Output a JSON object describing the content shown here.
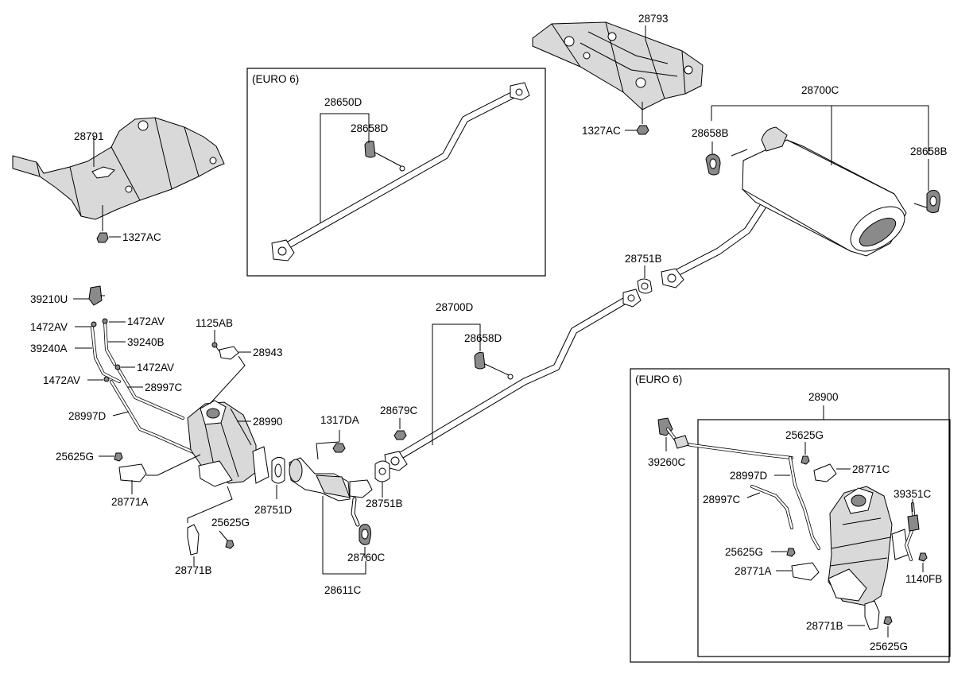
{
  "panels": {
    "euro6_top": "(EURO 6)",
    "euro6_bottom": "(EURO 6)"
  },
  "labels": {
    "p28791": "28791",
    "p1327AC_left": "1327AC",
    "p28650D": "28650D",
    "p28658D_top": "28658D",
    "p28793": "28793",
    "p1327AC_right": "1327AC",
    "p28700C": "28700C",
    "p28658B_left": "28658B",
    "p28658B_right": "28658B",
    "p28751B_top": "28751B",
    "p39210U": "39210U",
    "p1472AV_a": "1472AV",
    "p1472AV_b": "1472AV",
    "p1125AB": "1125AB",
    "p39240A": "39240A",
    "p39240B": "39240B",
    "p28943": "28943",
    "p1472AV_c": "1472AV",
    "p1472AV_d": "1472AV",
    "p28997C": "28997C",
    "p28997D": "28997D",
    "p28990": "28990",
    "p1317DA": "1317DA",
    "p28679C": "28679C",
    "p28700D": "28700D",
    "p28658D_mid": "28658D",
    "p25625G_a": "25625G",
    "p28771A": "28771A",
    "p28751D": "28751D",
    "p28751B_mid": "28751B",
    "p25625G_b": "25625G",
    "p28760C": "28760C",
    "p28771B": "28771B",
    "p28611C": "28611C",
    "p28900": "28900",
    "p25625G_c": "25625G",
    "p39260C": "39260C",
    "p28771C": "28771C",
    "p28997D_b": "28997D",
    "p39351C": "39351C",
    "p28997C_b": "28997C",
    "p25625G_d": "25625G",
    "p1140FB": "1140FB",
    "p28771A_b": "28771A",
    "p28771B_b": "28771B",
    "p25625G_e": "25625G"
  }
}
